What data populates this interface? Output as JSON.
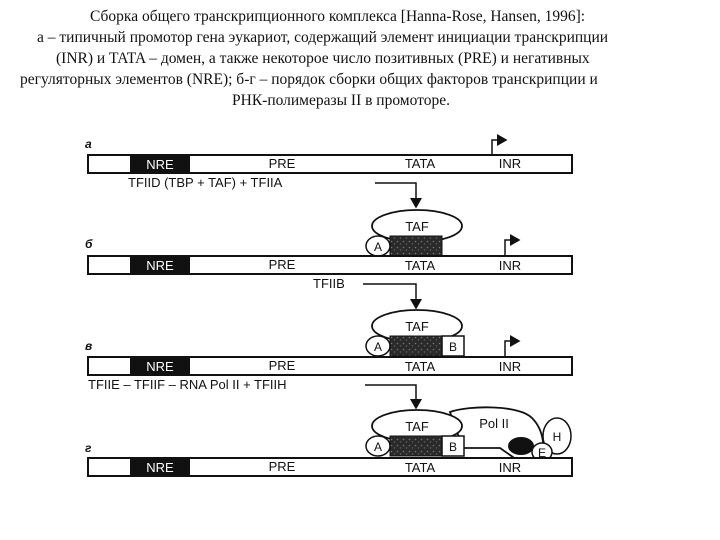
{
  "caption": {
    "line1": "Сборка общего транскрипционного комплекса [Hanna-Rose, Hansen, 1996]:",
    "line2": "а – типичный промотор гена эукариот, содержащий элемент инициации транскрипции",
    "line3": "(INR) и TATA – домен, а также некоторое число позитивных (PRE) и негативных",
    "line4": "регуляторных элементов (NRE);  б-г – порядок сборки общих факторов транскрипции и",
    "line5": "РНК-полимеразы II в  промоторе."
  },
  "panels": {
    "a": {
      "letter": "а",
      "nre": "NRE",
      "pre": "PRE",
      "tata": "TATA",
      "inr": "INR"
    },
    "b": {
      "letter": "б",
      "nre": "NRE",
      "pre": "PRE",
      "tata": "TATA",
      "inr": "INR"
    },
    "v": {
      "letter": "в",
      "nre": "NRE",
      "pre": "PRE",
      "tata": "TATA",
      "inr": "INR"
    },
    "g": {
      "letter": "г",
      "nre": "NRE",
      "pre": "PRE",
      "tata": "TATA",
      "inr": "INR"
    }
  },
  "steps": {
    "step1": "TFIID (TBP + TAF) + TFIIA",
    "step2": "TFIIB",
    "step3": "TFIIE – TFIIF – RNA Pol II + TFIIH"
  },
  "factors": {
    "taf": "TAF",
    "a": "A",
    "b": "B",
    "pol2": "Pol II",
    "h": "H",
    "e": "E"
  }
}
